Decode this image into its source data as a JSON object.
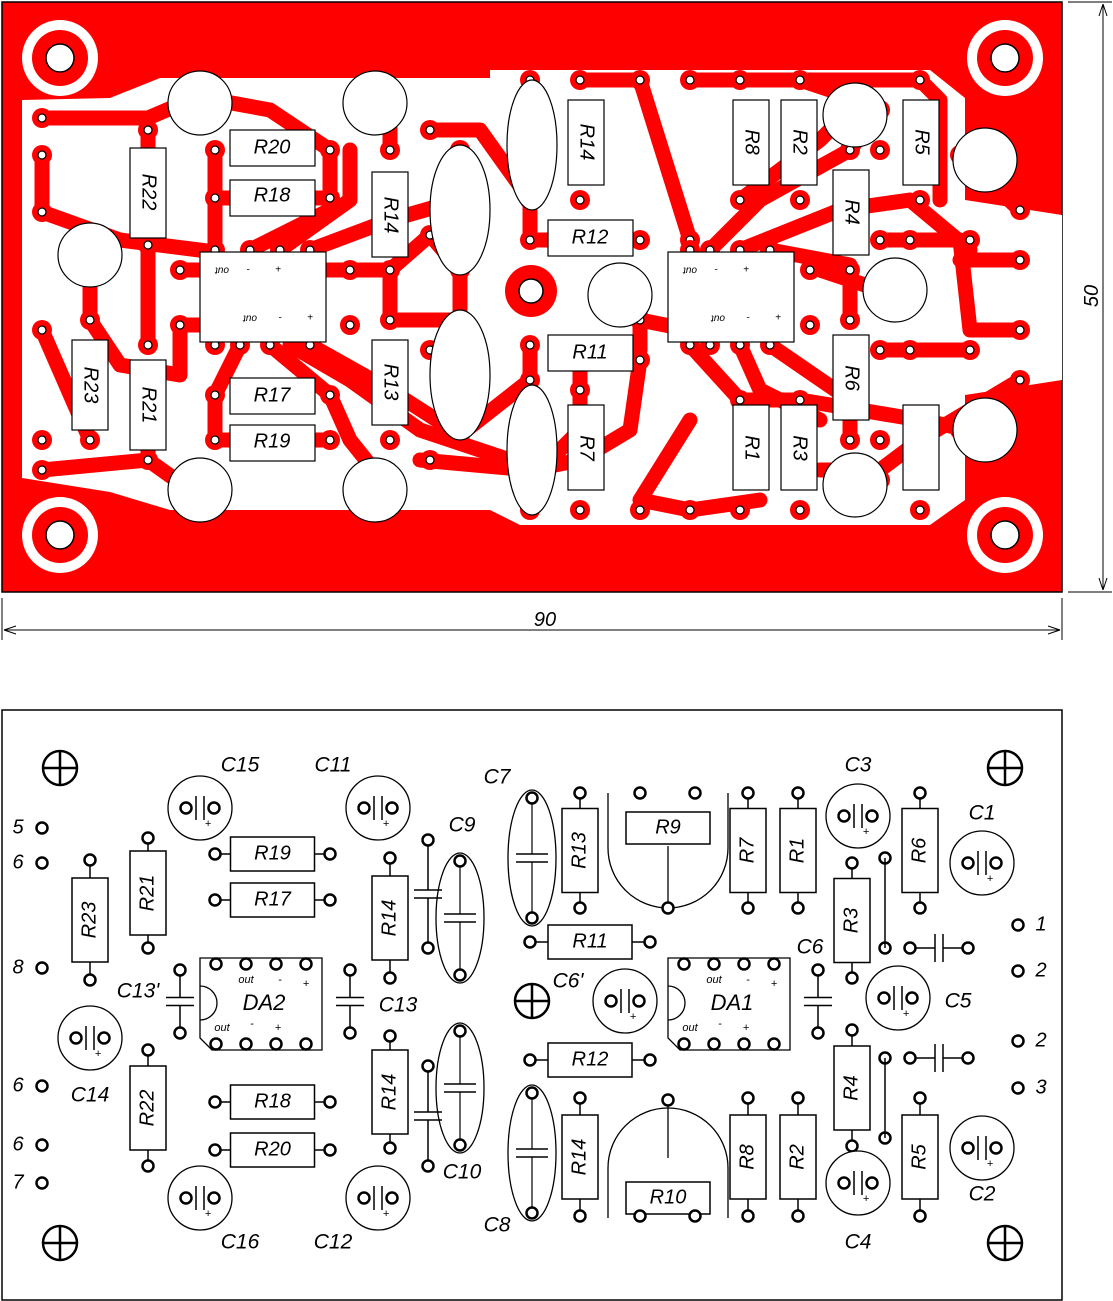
{
  "board": {
    "width_label": "90",
    "height_label": "50"
  },
  "pcb": {
    "labels": [
      "R20",
      "R18",
      "R22",
      "R14",
      "R14",
      "R12",
      "R11",
      "R8",
      "R2",
      "R5",
      "R4",
      "R17",
      "R19",
      "R23",
      "R21",
      "R13",
      "R7",
      "R1",
      "R3",
      "R6"
    ],
    "ic_marks": {
      "out": "out",
      "minus": "-",
      "plus": "+"
    }
  },
  "silk": {
    "caps_polar": [
      "C15",
      "C11",
      "C16",
      "C12",
      "C3",
      "C1",
      "C4",
      "C2",
      "C5",
      "C6'",
      "C14"
    ],
    "caps_film": [
      "C9",
      "C10",
      "C7",
      "C8",
      "C13",
      "C13'",
      "C6"
    ],
    "resistors_h": [
      "R19",
      "R17",
      "R18",
      "R20",
      "R11",
      "R12",
      "R9",
      "R10"
    ],
    "resistors_v": [
      "R23",
      "R21",
      "R22",
      "R14",
      "R14",
      "R13",
      "R7",
      "R1",
      "R3",
      "R6",
      "R14",
      "R8",
      "R2",
      "R4",
      "R5"
    ],
    "ics": [
      "DA2",
      "DA1"
    ],
    "ic_pin_marks": {
      "out": "out",
      "minus": "-",
      "plus": "+"
    },
    "connector_left": [
      "5",
      "6",
      "8",
      "6",
      "6",
      "7"
    ],
    "connector_right": [
      "1",
      "2",
      "2",
      "3"
    ]
  },
  "colors": {
    "copper": "#ff0000",
    "hole": "#000000",
    "board_bg": "#ffffff"
  }
}
